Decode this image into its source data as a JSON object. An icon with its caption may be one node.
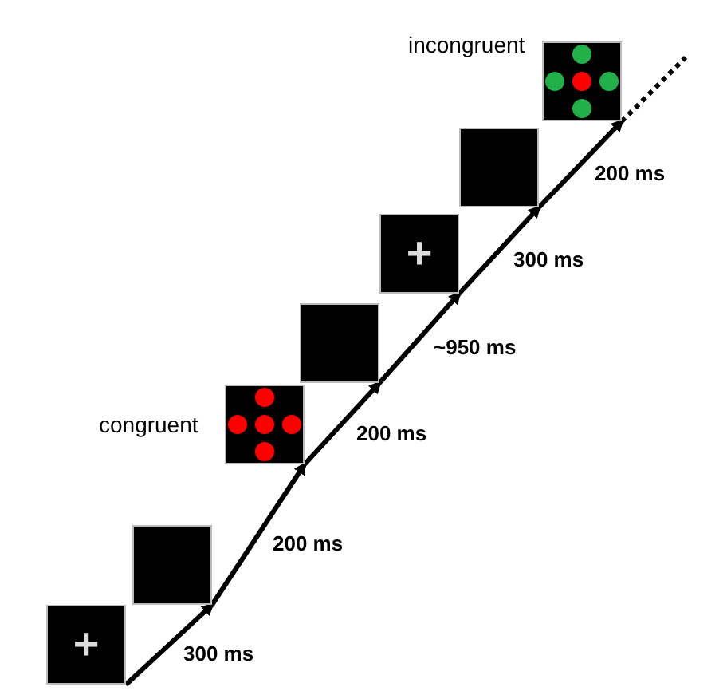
{
  "diagram": {
    "nodes": [
      {
        "text": [
          "+"
        ]
      },
      {
        "text": [],
        "shape": "box"
      },
      {
        "text": [],
        "shape": "picture",
        "beside": [
          "congruent"
        ]
      },
      {
        "text": [],
        "shape": "box"
      },
      {
        "text": [
          "+"
        ]
      },
      {
        "text": [],
        "shape": "box"
      },
      {
        "text": [],
        "shape": "picture",
        "beside": [
          "incongruent"
        ]
      }
    ],
    "edges": [
      {
        "from": 0,
        "to": 1,
        "arrow": "to",
        "label": "300 ms"
      },
      {
        "from": 1,
        "to": 2,
        "arrow": "to",
        "label": "200 ms"
      },
      {
        "from": 2,
        "to": 3,
        "arrow": "to",
        "label": "200 ms"
      },
      {
        "from": 3,
        "to": 4,
        "arrow": "to",
        "label": "~950 ms"
      },
      {
        "from": 4,
        "to": 5,
        "arrow": "to",
        "label": "300 ms"
      },
      {
        "from": 5,
        "to": 6,
        "arrow": "to",
        "label": "200 ms"
      },
      {
        "from": 6,
        "to": null,
        "arrow": "none",
        "style": "dashed"
      }
    ]
  }
}
